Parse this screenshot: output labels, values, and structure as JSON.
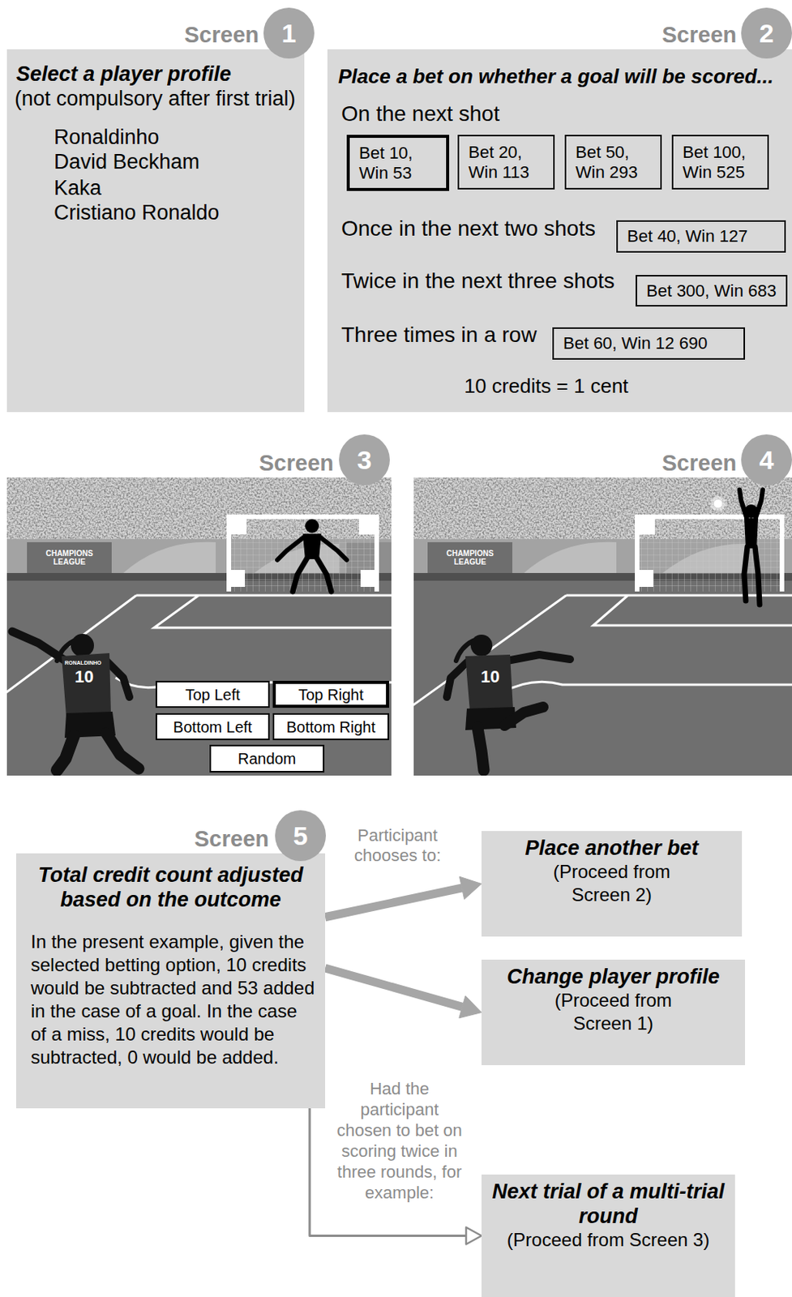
{
  "diagram": {
    "nodes": [
      {
        "text": [
          "Screen",
          "Select a player profile",
          "(not compulsory after first trial)",
          "Ronaldinho",
          "David Beckham",
          "Kaka",
          "Cristiano Ronaldo"
        ]
      },
      {
        "text": [
          "1"
        ]
      },
      {
        "text": [
          "Screen",
          "Place a bet on whether a goal will be scored...",
          "On the next shot",
          "Once in the next two shots",
          "Twice in the next three shots",
          "Three times in a row",
          "10 credits = 1 cent"
        ]
      },
      {
        "text": [
          "2"
        ]
      },
      {
        "text": [
          "Bet 10, Win 53"
        ],
        "in": 2
      },
      {
        "text": [
          "Bet 20, Win 113"
        ],
        "in": 2
      },
      {
        "text": [
          "Bet 50, Win 293"
        ],
        "in": 2
      },
      {
        "text": [
          "Bet 100, Win 525"
        ],
        "in": 2
      },
      {
        "text": [
          "Bet 40, Win 127"
        ],
        "in": 2
      },
      {
        "text": [
          "Bet 300, Win 683"
        ],
        "in": 2
      },
      {
        "text": [
          "Bet 60, Win 12 690"
        ],
        "in": 2
      },
      {
        "text": [
          "Screen"
        ]
      },
      {
        "text": [
          "3"
        ]
      },
      {
        "text": [
          "Top Left"
        ],
        "in": 11
      },
      {
        "text": [
          "Top Right"
        ],
        "in": 11
      },
      {
        "text": [
          "Bottom Left"
        ],
        "in": 11
      },
      {
        "text": [
          "Bottom Right"
        ],
        "in": 11
      },
      {
        "text": [
          "Random"
        ],
        "in": 11
      },
      {
        "text": [
          "Screen"
        ]
      },
      {
        "text": [
          "4"
        ]
      },
      {
        "text": [
          "Screen",
          "Total credit count adjusted based on the outcome",
          "In the present example, given the selected betting option, 10 credits would be subtracted and 53 added in the case of a goal. In the case of a miss, 10 credits would be subtracted, 0 would be added."
        ]
      },
      {
        "text": [
          "5"
        ]
      },
      {
        "text": [
          "Place another bet",
          "(Proceed from Screen 2)"
        ]
      },
      {
        "text": [
          "Change player profile",
          "(Proceed from Screen 1)"
        ]
      },
      {
        "text": [
          "Next trial of a multi-trial round",
          "(Proceed from Screen 3)"
        ]
      }
    ],
    "edges": [
      {
        "from": 20,
        "to": 22,
        "arrow": "to"
      },
      {
        "from": 20,
        "to": 23,
        "arrow": "to"
      },
      {
        "from": 20,
        "to": 24,
        "arrow": "to"
      }
    ],
    "labels": [
      "Participant chooses to:",
      "Had the participant chosen to bet on scoring twice in three rounds, for example:",
      "CHAMPIONS LEAGUE",
      "RONALDINHO",
      "10",
      "CHAMPIONS LEAGUE",
      "10"
    ]
  }
}
